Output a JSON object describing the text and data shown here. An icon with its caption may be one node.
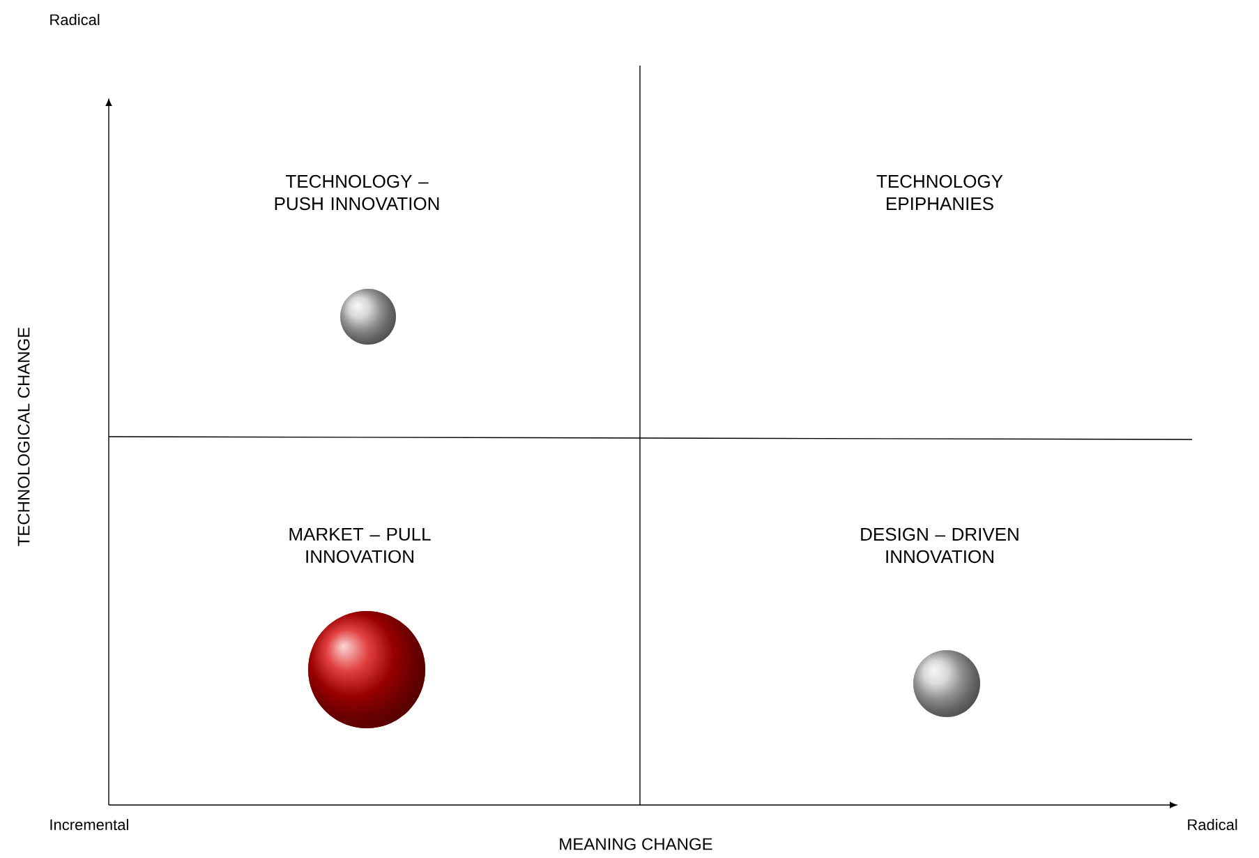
{
  "diagram": {
    "nodes": [
      {
        "text": [],
        "shape": "circle"
      },
      {
        "text": [],
        "shape": "circle"
      },
      {
        "text": [],
        "shape": "circle"
      }
    ],
    "labels": [
      "Radical",
      "TECHNOLOGY – PUSH INNOVATION",
      "TECHNOLOGY EPIPHANIES",
      "TECHNOLOGICAL CHANGE",
      "MARKET – PULL INNOVATION",
      "DESIGN – DRIVEN INNOVATION",
      "Incremental",
      "Radical",
      "MEANING CHANGE"
    ]
  }
}
